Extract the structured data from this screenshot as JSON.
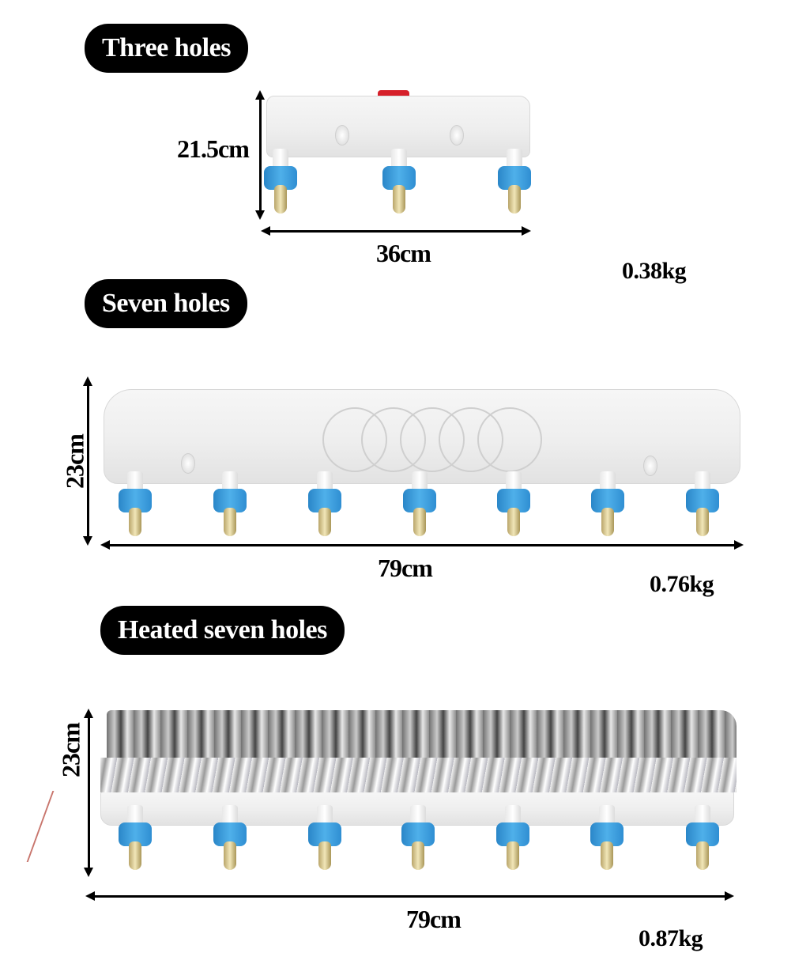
{
  "products": [
    {
      "label": "Three holes",
      "height": "21.5cm",
      "width": "36cm",
      "weight": "0.38kg",
      "holes": 3
    },
    {
      "label": "Seven holes",
      "height": "23cm",
      "width": "79cm",
      "weight": "0.76kg",
      "holes": 7
    },
    {
      "label": "Heated seven holes",
      "height": "23cm",
      "width": "79cm",
      "weight": "0.87kg",
      "holes": 7
    }
  ],
  "colors": {
    "badge_bg": "#000000",
    "badge_text": "#ffffff",
    "nipple_cap": "#3a9ee0",
    "nipple_tip": "#d8c98e",
    "body": "#efefef",
    "plug": "#d6202a"
  }
}
